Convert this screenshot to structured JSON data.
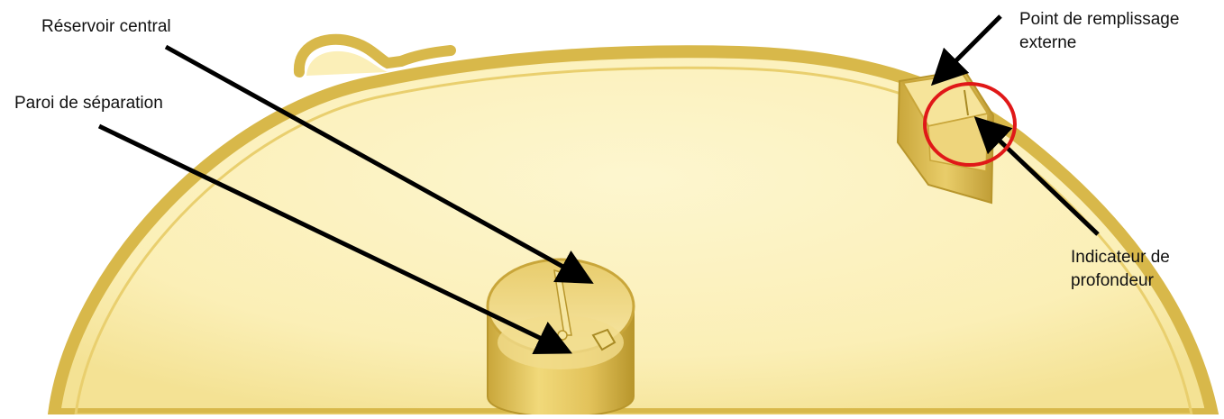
{
  "labels": {
    "central_reservoir": "Réservoir central",
    "separation_wall": "Paroi de séparation",
    "fill_point_line1": "Point de remplissage",
    "fill_point_line2": "externe",
    "depth_indicator_line1": "Indicateur de",
    "depth_indicator_line2": "profondeur"
  },
  "colors": {
    "tray_fill": "#fbeeb0",
    "tray_rim": "#d8b84a",
    "tray_rim_dark": "#b8962c",
    "arrow": "#000000",
    "highlight_circle": "#e01818"
  }
}
